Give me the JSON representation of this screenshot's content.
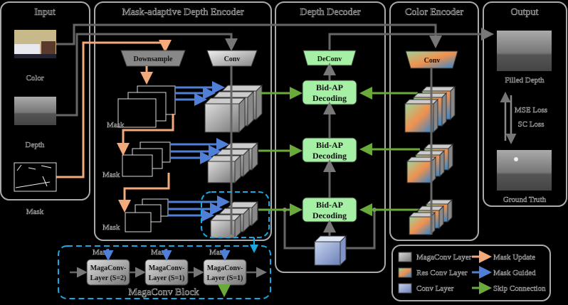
{
  "panels": {
    "input": "Input",
    "encoder": "Mask-adaptive Depth Encoder",
    "depth_decoder": "Depth Decoder",
    "color_encoder": "Color Encoder",
    "output": "Output"
  },
  "input": {
    "color_label": "Color",
    "depth_label": "Depth",
    "mask_label": "Mask"
  },
  "encoder": {
    "downsample": "Downsample",
    "conv": "Conv",
    "mask_labels": [
      "Mask",
      "Mask",
      "Mask"
    ]
  },
  "decoder": {
    "deconv": "DeConv",
    "bidap_line1": "Bid-AP",
    "bidap_line2": "Decoding"
  },
  "color_encoder": {
    "conv": "Conv"
  },
  "output": {
    "filled_depth": "Filled Depth",
    "mse_loss": "MSE Loss",
    "sc_loss": "SC Loss",
    "ground_truth": "Ground Truth"
  },
  "magaconv_block": {
    "title": "MagaConv Block",
    "mask_labels": [
      "Mask",
      "Mask",
      "Mask"
    ],
    "layers": [
      {
        "line1": "MagaConv-",
        "line2": "Layer (S=2)"
      },
      {
        "line1": "MagaConv-",
        "line2": "Layer (S=1)"
      },
      {
        "line1": "MagaConv-",
        "line2": "Layer (S=1)"
      }
    ]
  },
  "legend": {
    "items": [
      {
        "swatch": "magaconv",
        "label": "MagaConv Layer"
      },
      {
        "swatch": "resconv",
        "label": "Res Conv Layer"
      },
      {
        "swatch": "conv",
        "label": "Conv Layer"
      }
    ],
    "arrows": [
      {
        "color": "#f4a97a",
        "label": "Mask Update"
      },
      {
        "color": "#4f7fd6",
        "label": "Mask Guided"
      },
      {
        "color": "#6aaa3a",
        "label": "Skip Connection"
      }
    ]
  }
}
